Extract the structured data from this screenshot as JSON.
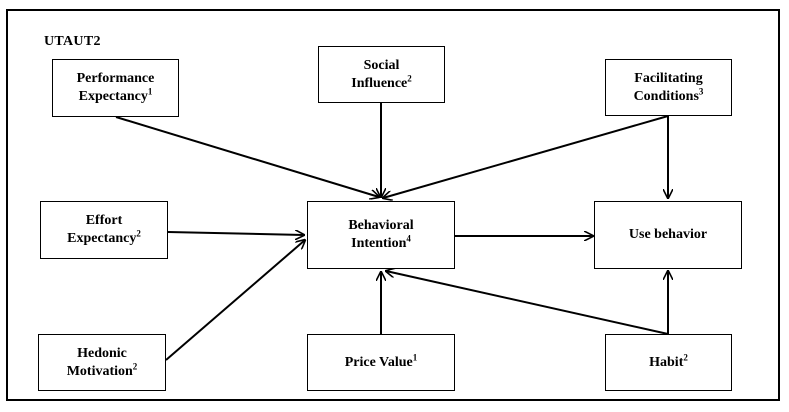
{
  "title": "UTAUT2",
  "nodes": {
    "performance_expectancy": {
      "line1": "Performance",
      "line2": "Expectancy",
      "sup": "1"
    },
    "social_influence": {
      "line1": "Social",
      "line2": "Influence",
      "sup": "2"
    },
    "facilitating_conditions": {
      "line1": "Facilitating",
      "line2": "Conditions",
      "sup": "3"
    },
    "effort_expectancy": {
      "line1": "Effort",
      "line2": "Expectancy",
      "sup": "2"
    },
    "behavioral_intention": {
      "line1": "Behavioral",
      "line2": "Intention",
      "sup": "4"
    },
    "use_behavior": {
      "line1": "Use behavior"
    },
    "hedonic_motivation": {
      "line1": "Hedonic",
      "line2": "Motivation",
      "sup": "2"
    },
    "price_value": {
      "line1": "Price Value",
      "sup": "1"
    },
    "habit": {
      "line1": "Habit",
      "sup": "2"
    }
  },
  "edges": [
    {
      "from": "performance_expectancy",
      "to": "behavioral_intention"
    },
    {
      "from": "social_influence",
      "to": "behavioral_intention"
    },
    {
      "from": "facilitating_conditions",
      "to": "behavioral_intention"
    },
    {
      "from": "facilitating_conditions",
      "to": "use_behavior"
    },
    {
      "from": "effort_expectancy",
      "to": "behavioral_intention"
    },
    {
      "from": "hedonic_motivation",
      "to": "behavioral_intention"
    },
    {
      "from": "price_value",
      "to": "behavioral_intention"
    },
    {
      "from": "habit",
      "to": "behavioral_intention"
    },
    {
      "from": "habit",
      "to": "use_behavior"
    },
    {
      "from": "behavioral_intention",
      "to": "use_behavior"
    }
  ]
}
